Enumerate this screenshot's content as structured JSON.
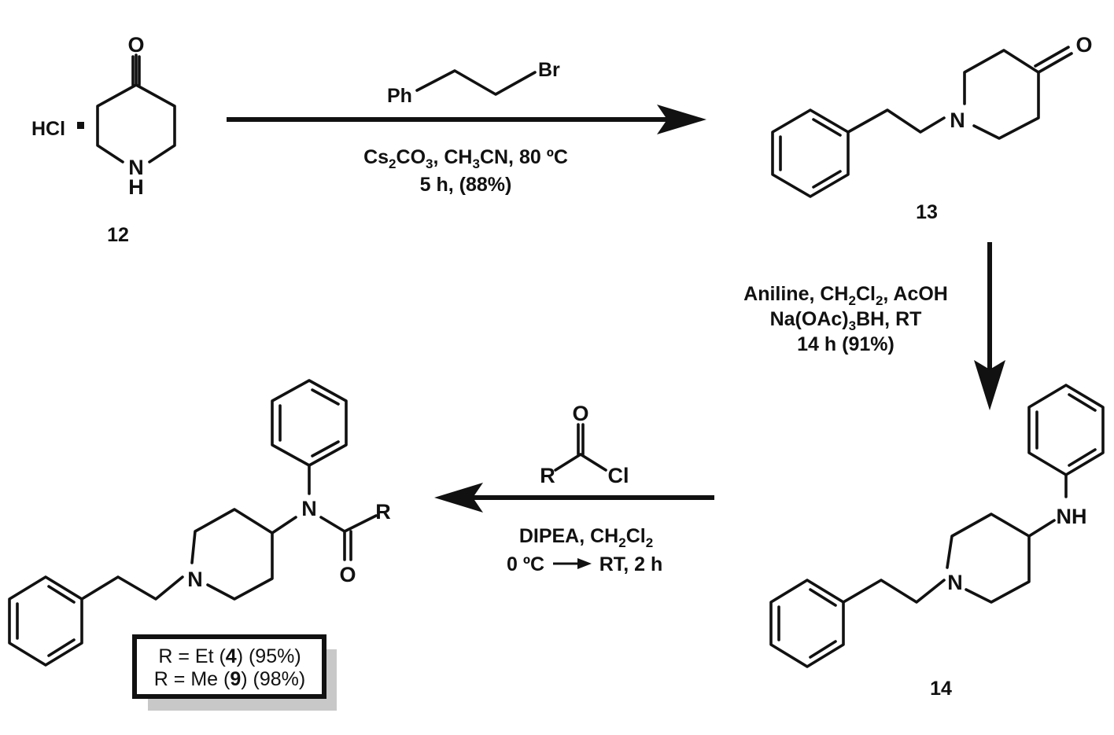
{
  "compounds": {
    "c12": {
      "label": "12",
      "salt": "HCl",
      "atoms": {
        "O": "O",
        "N": "N",
        "H": "H"
      }
    },
    "c13": {
      "label": "13",
      "atoms": {
        "O": "O",
        "N": "N"
      }
    },
    "c14": {
      "label": "14",
      "atoms": {
        "N": "N",
        "NH": "NH"
      }
    },
    "product": {
      "atoms": {
        "N_ring": "N",
        "N_amide": "N",
        "O": "O",
        "R": "R"
      }
    }
  },
  "step1": {
    "reagent": {
      "Ph": "Ph",
      "Br": "Br"
    },
    "conditions_line1": {
      "cs": "Cs",
      "s1": "2",
      "co": "CO",
      "s2": "3",
      "rest": ", CH",
      "s3": "3",
      "tail": "CN, 80 ºC"
    },
    "conditions_line2": "5 h, (88%)"
  },
  "step2": {
    "line1": {
      "a": "Aniline, CH",
      "s1": "2",
      "b": "Cl",
      "s2": "2",
      "c": ", AcOH"
    },
    "line2": {
      "a": "Na(OAc)",
      "s1": "3",
      "b": "BH, RT"
    },
    "line3": "14 h (91%)"
  },
  "step3": {
    "reagent": {
      "O": "O",
      "R": "R",
      "Cl": "Cl"
    },
    "line1": {
      "a": "DIPEA, CH",
      "s1": "2",
      "b": "Cl",
      "s2": "2"
    },
    "line2_left": "0 ºC",
    "line2_right": "RT, 2 h"
  },
  "yields_box": {
    "row1": {
      "a": "R = Et (",
      "b": "4",
      "c": ") (95%)"
    },
    "row2": {
      "a": "R = Me (",
      "b": "9",
      "c": ") (98%)"
    }
  }
}
